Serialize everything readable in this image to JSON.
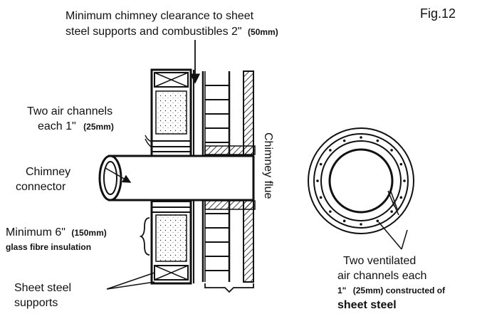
{
  "figure_label": "Fig.12",
  "clearance_note": {
    "line1": "Minimum chimney clearance to sheet",
    "line2": "steel supports and combustibles 2\"",
    "line2_metric": "(50mm)"
  },
  "air_channels": {
    "line1": "Two air channels",
    "line2": "each 1\"",
    "line2_metric": "(25mm)"
  },
  "connector": {
    "line1": "Chimney",
    "line2": "connector"
  },
  "insulation": {
    "line1": "Minimum 6\"",
    "line1_metric": "(150mm)",
    "line2": "glass fibre insulation"
  },
  "supports": {
    "line1": "Sheet steel",
    "line2": "supports"
  },
  "flue_label": "Chimney flue",
  "ventilated": {
    "line1": "Two ventilated",
    "line2": "air channels each",
    "line3_size": "1\"",
    "line3_rest": "(25mm) constructed of",
    "line4": "sheet steel"
  },
  "colors": {
    "ink": "#111111",
    "paper": "#ffffff"
  }
}
